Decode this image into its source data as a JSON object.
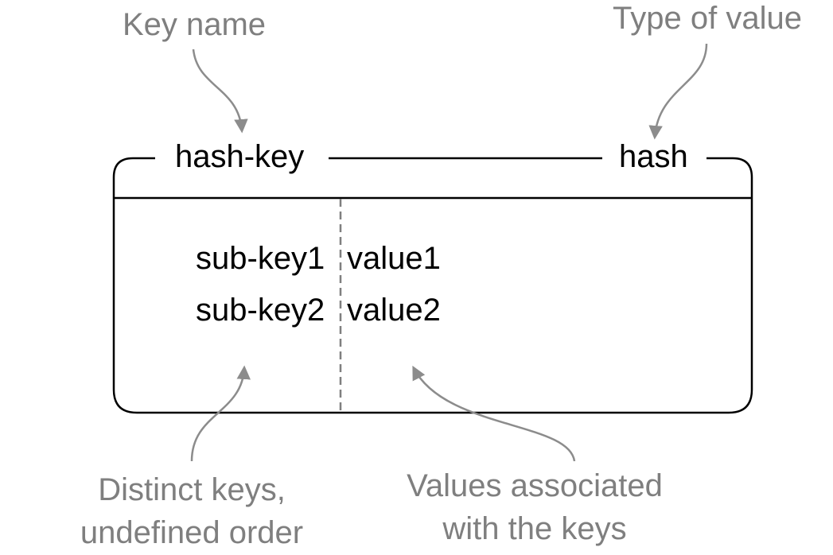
{
  "annotations": {
    "key_name": "Key name",
    "type_of_value": "Type of value",
    "distinct_keys_line1": "Distinct keys,",
    "distinct_keys_line2": "undefined order",
    "values_assoc_line1": "Values associated",
    "values_assoc_line2": "with the keys"
  },
  "structure": {
    "key": "hash-key",
    "type": "hash"
  },
  "entries": [
    {
      "subkey": "sub-key1",
      "value": "value1"
    },
    {
      "subkey": "sub-key2",
      "value": "value2"
    }
  ],
  "colors": {
    "annotation": "#7f7f7f",
    "arrow": "#8c8c8c",
    "outline": "#000000",
    "divider": "#7f7f7f"
  }
}
